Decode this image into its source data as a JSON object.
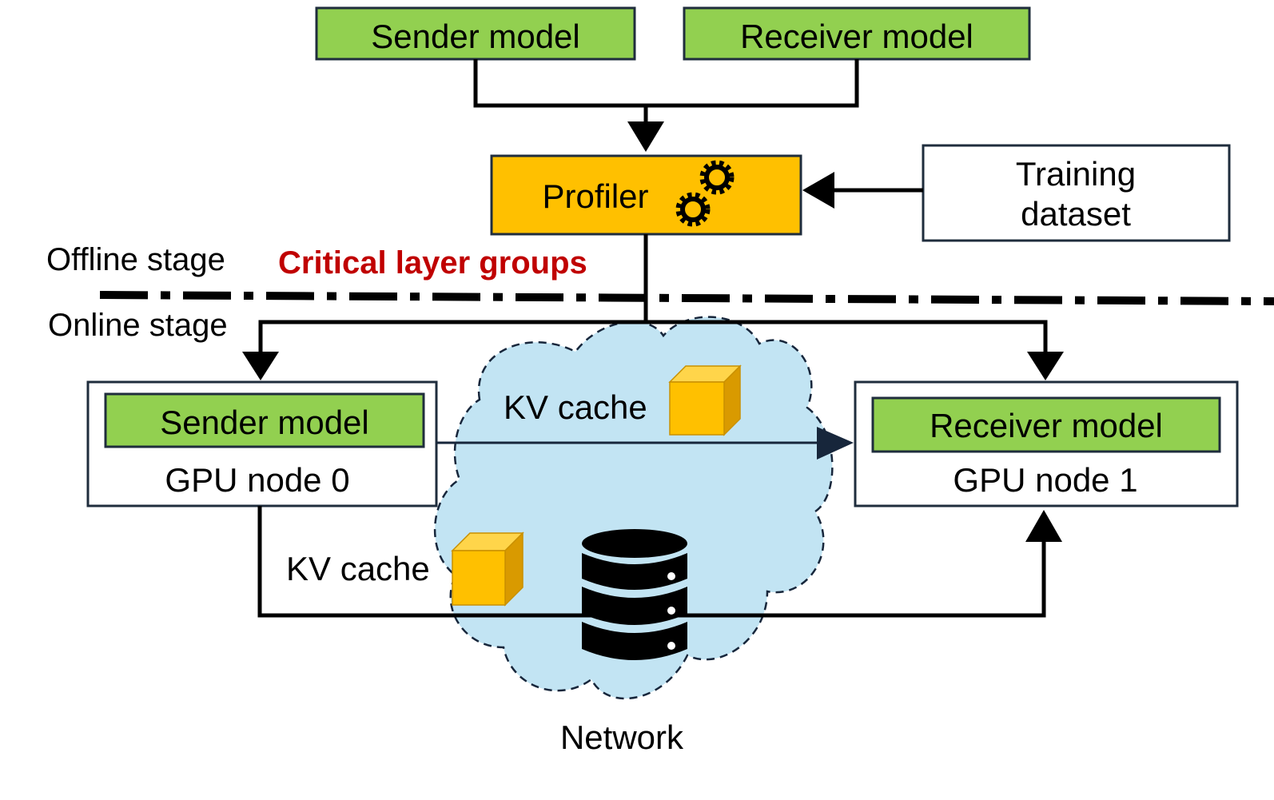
{
  "top": {
    "sender_label": "Sender model",
    "receiver_label": "Receiver model"
  },
  "profiler": {
    "label": "Profiler"
  },
  "training": {
    "line1": "Training",
    "line2": "dataset"
  },
  "stages": {
    "offline_label": "Offline stage",
    "online_label": "Online stage",
    "critical_label": "Critical layer groups"
  },
  "node0": {
    "model_label": "Sender model",
    "node_label": "GPU node 0"
  },
  "node1": {
    "model_label": "Receiver model",
    "node_label": "GPU node 1"
  },
  "kv_direct": {
    "label": "KV cache"
  },
  "kv_storage": {
    "label": "KV cache"
  },
  "network": {
    "label": "Network"
  },
  "colors": {
    "model_green": "#92D050",
    "profiler_orange": "#FFC000",
    "critical_red": "#C00000",
    "cloud_blue": "#C2E4F3",
    "cube_front": "#FFC000",
    "cube_top": "#FFD54A",
    "cube_side": "#D99A00",
    "direct_arrow": "#17263B"
  },
  "icons": {
    "profiler_icon": "gears-icon",
    "storage_icon": "database-icon",
    "kv_icon": "cube-icon"
  }
}
